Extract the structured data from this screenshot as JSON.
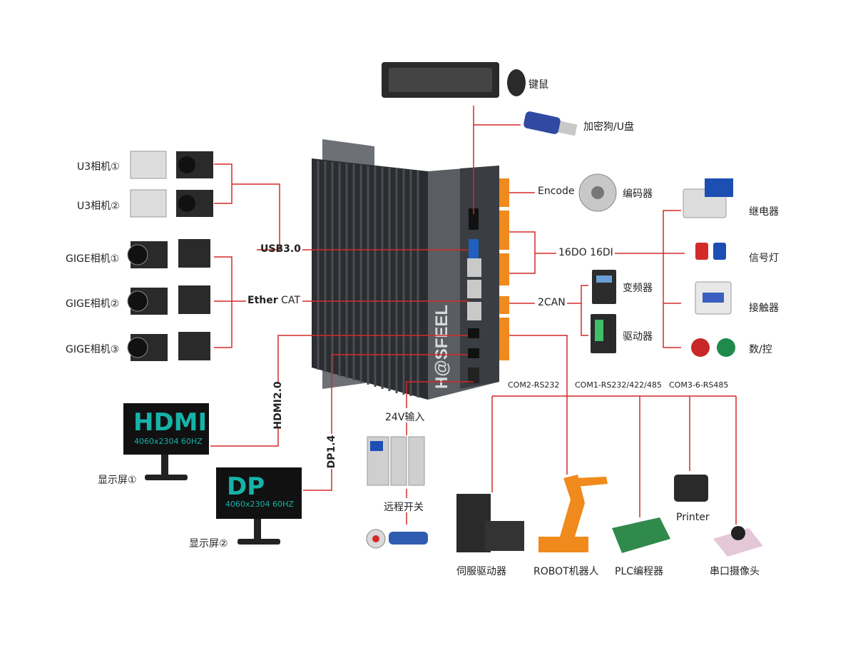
{
  "devices": {
    "keyboard_mouse": "键鼠",
    "dongle": "加密狗/U盘",
    "encoder_port": "Encode",
    "encoder": "编码器",
    "relay": "继电器",
    "dio": "16DO 16DI",
    "signal_light": "信号灯",
    "inverter": "变频器",
    "can": "2CAN",
    "contactor": "接触器",
    "driver": "驱动器",
    "numeric": "数/控",
    "usb": "USB3.0",
    "ethercat_a": "Ether",
    "ethercat_b": "CAT",
    "cam_u3_1": "U3相机①",
    "cam_u3_2": "U3相机②",
    "cam_gige_1": "GIGE相机①",
    "cam_gige_2": "GIGE相机②",
    "cam_gige_3": "GIGE相机③",
    "hdmi_port": "HDMI2.0",
    "dp_port": "DP1.4",
    "monitor1_big": "HDMI",
    "monitor1_res": "4060x2304 60HZ",
    "monitor2_big": "DP",
    "monitor2_res": "4060x2304 60HZ",
    "display1": "显示屏①",
    "display2": "显示屏②",
    "power_in": "24V输入",
    "power_switch": "远程开关",
    "com2": "COM2-RS232",
    "com1": "COM1-RS232/422/485",
    "com3": "COM3-6-RS485",
    "servo": "伺服驱动器",
    "robot": "ROBOT机器人",
    "plc": "PLC编程器",
    "printer": "Printer",
    "serial_cam": "串口摄像头",
    "brand": "H@SFEEL"
  },
  "colors": {
    "wire": "#d42a2a",
    "case": "#3a3d42",
    "screen": "#15b3a8"
  }
}
